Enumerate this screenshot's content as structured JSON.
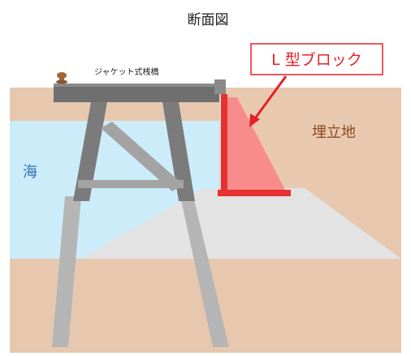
{
  "title": "断面図",
  "labels": {
    "jacket_pier": "ジャケット式桟橋",
    "sea": "海",
    "reclaimed_land": "埋立地",
    "l_block": "L 型ブロック"
  },
  "colors": {
    "background": "#ffffff",
    "seabed": "#e7c8ae",
    "reclaimed_land": "#e8c9b0",
    "sea": "#ccecf9",
    "embankment": "#e3e3e3",
    "pier_dark": "#7b7b7b",
    "pier_light": "#b5b5b5",
    "l_block_fill": "#f88c8c",
    "l_block_edge": "#e5312f",
    "callout": "#e6202a",
    "sea_text": "#2f6fb0",
    "land_text": "#8a4b1d"
  },
  "icons": {
    "bollard": "bollard-icon",
    "arrow": "arrow-icon"
  }
}
